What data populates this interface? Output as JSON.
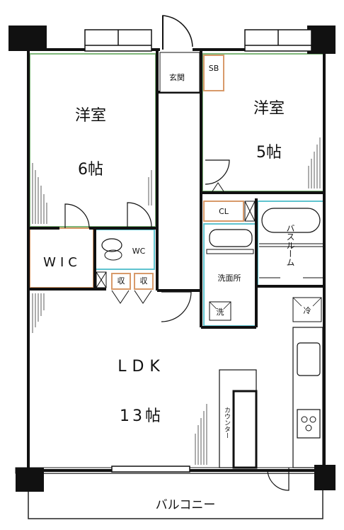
{
  "rooms": {
    "western_room_1": {
      "name": "洋室",
      "size": "6帖"
    },
    "western_room_2": {
      "name": "洋室",
      "size": "5帖"
    },
    "entrance": "玄関",
    "shoe_box": "SB",
    "closet": "CL",
    "walk_in_closet": "WIC",
    "toilet": "WC",
    "bathroom": "バスルーム",
    "washroom": "洗面所",
    "washer": "洗",
    "refrigerator": "冷",
    "ldk": {
      "name": "LDK",
      "size": "13帖"
    },
    "counter": "カウンター",
    "balcony": "バルコニー",
    "small_storage_1": "収",
    "small_storage_2": "収"
  },
  "colors": {
    "wall": "#111111",
    "western_outline": "#7fb77a",
    "wet_outline": "#5fc3cf",
    "storage_outline": "#d89a6a",
    "floor": "#ffffff"
  }
}
